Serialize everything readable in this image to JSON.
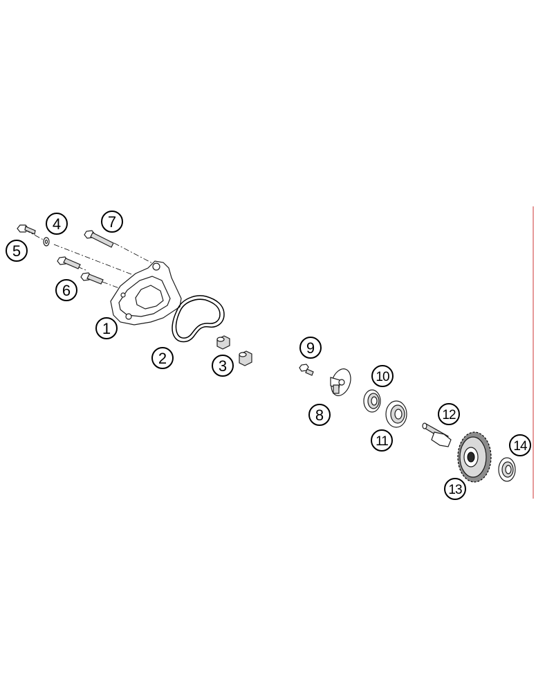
{
  "diagram": {
    "type": "exploded parts diagram",
    "callouts": [
      {
        "number": "1"
      },
      {
        "number": "2"
      },
      {
        "number": "3"
      },
      {
        "number": "4"
      },
      {
        "number": "5"
      },
      {
        "number": "6"
      },
      {
        "number": "7"
      },
      {
        "number": "8"
      },
      {
        "number": "9"
      },
      {
        "number": "10"
      },
      {
        "number": "11"
      },
      {
        "number": "12"
      },
      {
        "number": "13"
      },
      {
        "number": "14"
      }
    ],
    "edge_marker_color": "#cc3333"
  }
}
